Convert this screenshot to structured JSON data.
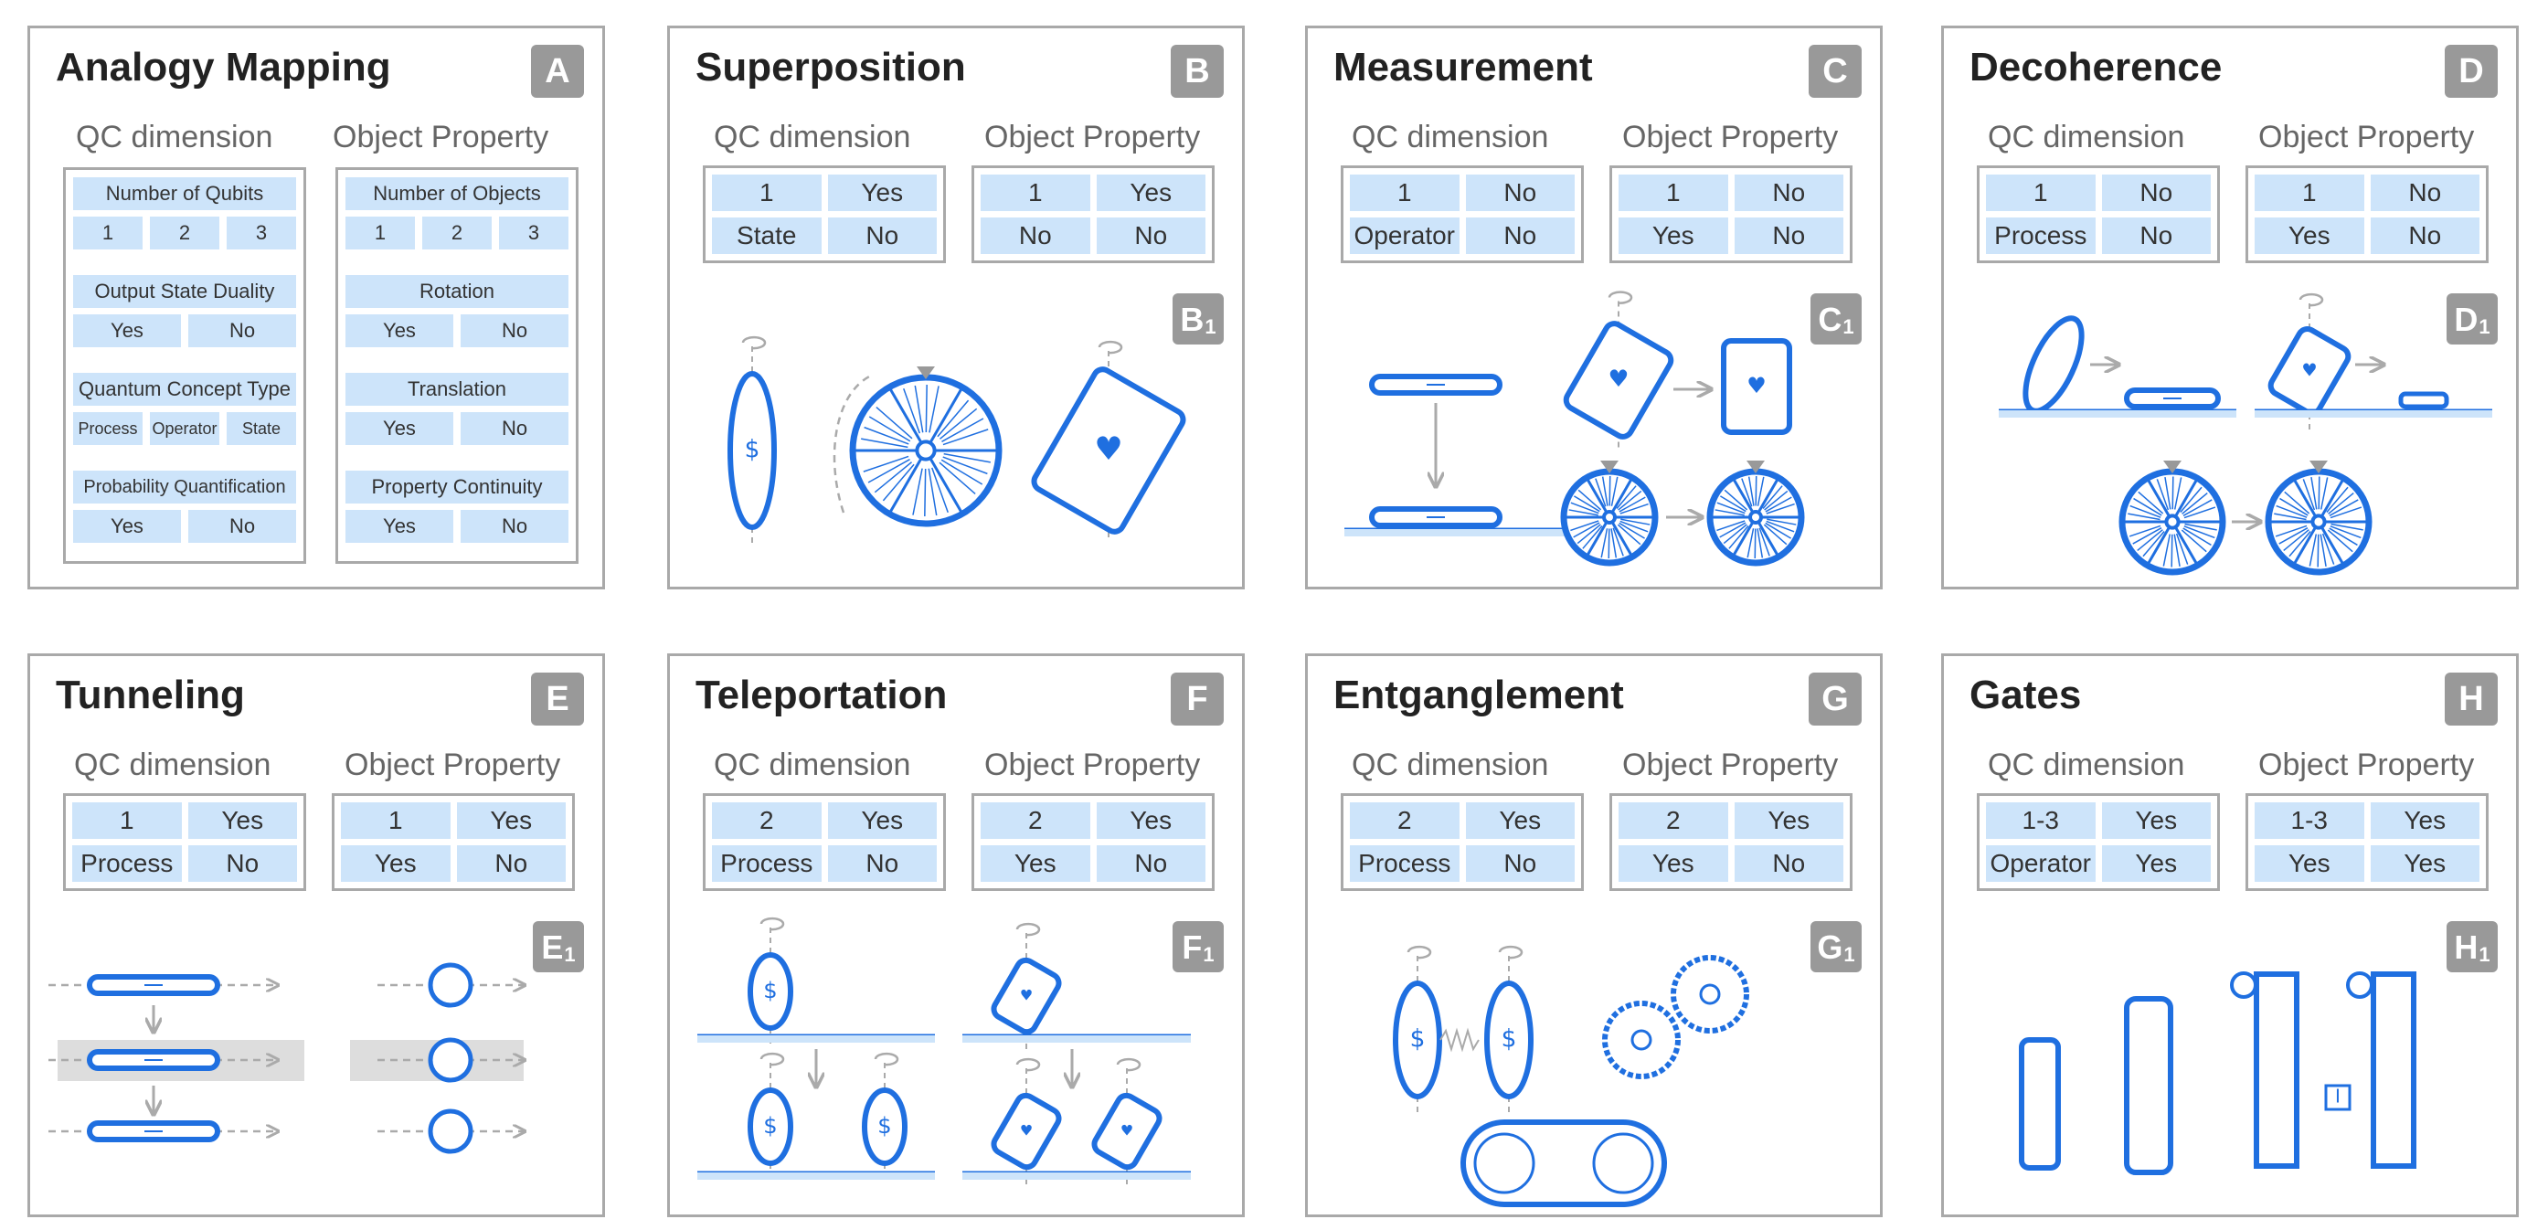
{
  "col_qc": "QC dimension",
  "col_obj": "Object Property",
  "panels": {
    "A": {
      "title": "Analogy Mapping",
      "badge": "A",
      "qc": [
        {
          "header": "Number of Qubits",
          "opts": [
            "1",
            "2",
            "3"
          ]
        },
        {
          "header": "Output State Duality",
          "opts": [
            "Yes",
            "No"
          ]
        },
        {
          "header": "Quantum Concept Type",
          "opts": [
            "Process",
            "Operator",
            "State"
          ]
        },
        {
          "header": "Probability Quantification",
          "opts": [
            "Yes",
            "No"
          ]
        }
      ],
      "obj": [
        {
          "header": "Number of Objects",
          "opts": [
            "1",
            "2",
            "3"
          ]
        },
        {
          "header": "Rotation",
          "opts": [
            "Yes",
            "No"
          ]
        },
        {
          "header": "Translation",
          "opts": [
            "Yes",
            "No"
          ]
        },
        {
          "header": "Property Continuity",
          "opts": [
            "Yes",
            "No"
          ]
        }
      ]
    },
    "B": {
      "title": "Superposition",
      "badge": "B",
      "sub": "B",
      "qc": [
        "1",
        "Yes",
        "State",
        "No"
      ],
      "obj": [
        "1",
        "Yes",
        "No",
        "No"
      ]
    },
    "C": {
      "title": "Measurement",
      "badge": "C",
      "sub": "C",
      "qc": [
        "1",
        "No",
        "Operator",
        "No"
      ],
      "obj": [
        "1",
        "No",
        "Yes",
        "No"
      ]
    },
    "D": {
      "title": "Decoherence",
      "badge": "D",
      "sub": "D",
      "qc": [
        "1",
        "No",
        "Process",
        "No"
      ],
      "obj": [
        "1",
        "No",
        "Yes",
        "No"
      ]
    },
    "E": {
      "title": "Tunneling",
      "badge": "E",
      "sub": "E",
      "qc": [
        "1",
        "Yes",
        "Process",
        "No"
      ],
      "obj": [
        "1",
        "Yes",
        "Yes",
        "No"
      ]
    },
    "F": {
      "title": "Teleportation",
      "badge": "F",
      "sub": "F",
      "qc": [
        "2",
        "Yes",
        "Process",
        "No"
      ],
      "obj": [
        "2",
        "Yes",
        "Yes",
        "No"
      ]
    },
    "G": {
      "title": "Entganglement",
      "badge": "G",
      "sub": "G",
      "qc": [
        "2",
        "Yes",
        "Process",
        "No"
      ],
      "obj": [
        "2",
        "Yes",
        "Yes",
        "No"
      ]
    },
    "H": {
      "title": "Gates",
      "badge": "H",
      "sub": "H",
      "qc": [
        "1-3",
        "Yes",
        "Operator",
        "Yes"
      ],
      "obj": [
        "1-3",
        "Yes",
        "Yes",
        "Yes"
      ]
    }
  },
  "sub_index": "1",
  "glyphs": {
    "dollar": "$",
    "heart": "♥",
    "cross": "×",
    "ibeam": "I"
  },
  "colors": {
    "accent_blue": "#1f6fe0",
    "cell_fill": "#cde4fa",
    "border_gray": "#a9a9a9",
    "badge_gray": "#999999"
  }
}
